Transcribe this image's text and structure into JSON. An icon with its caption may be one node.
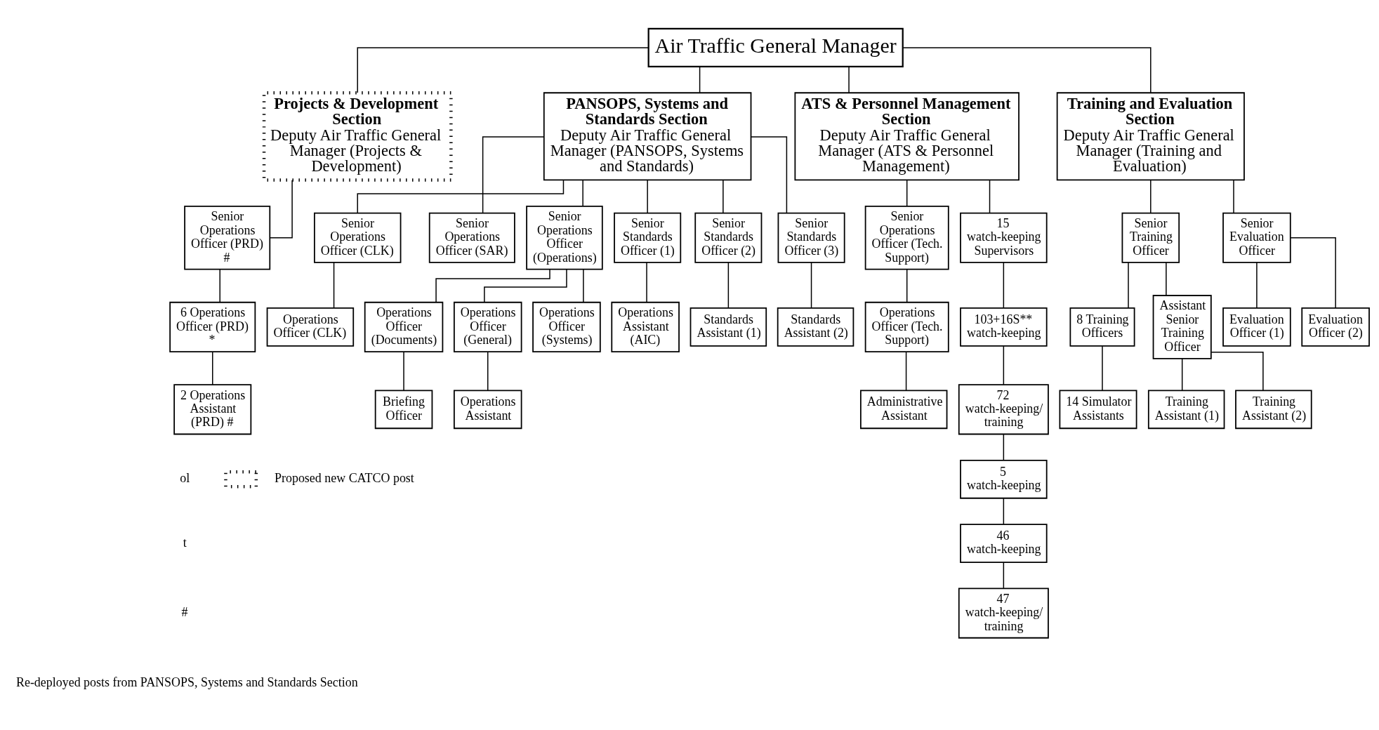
{
  "diagram": {
    "nodes": [
      {
        "text": [
          "Air Traffic General Manager"
        ]
      },
      {
        "text": [
          "Projects & Development Section",
          "Deputy Air Traffic General Manager (Projects & Development)"
        ]
      },
      {
        "text": [
          "Senior Operations Officer (PRD) #"
        ]
      },
      {
        "text": [
          "6 Operations Officer (PRD) *"
        ]
      },
      {
        "text": [
          "2 Operations Assistant (PRD) #"
        ]
      },
      {
        "text": [
          "PANSOPS, Systems and Standards Section",
          "Deputy Air Traffic General Manager (PANSOPS, Systems and Standards)"
        ]
      },
      {
        "text": [
          "Senior Operations Officer (CLK)"
        ]
      },
      {
        "text": [
          "Senior Operations Officer (SAR)"
        ]
      },
      {
        "text": [
          "Senior Operations Officer (Operations)"
        ]
      },
      {
        "text": [
          "Senior Standards Officer (1)"
        ]
      },
      {
        "text": [
          "Senior Standards Officer (2)"
        ]
      },
      {
        "text": [
          "Senior Standards Officer (3)"
        ]
      },
      {
        "text": [
          "Operations Officer (CLK)"
        ]
      },
      {
        "text": [
          "Operations Officer (Documents)"
        ]
      },
      {
        "text": [
          "Operations Officer (General)"
        ]
      },
      {
        "text": [
          "Operations Officer (Systems)"
        ]
      },
      {
        "text": [
          "Operations Assistant (AIC)"
        ]
      },
      {
        "text": [
          "Standards Assistant (1)"
        ]
      },
      {
        "text": [
          "Standards Assistant (2)"
        ]
      },
      {
        "text": [
          "Briefing Officer"
        ]
      },
      {
        "text": [
          "Operations Assistant"
        ]
      },
      {
        "text": [
          "ATS & Personnel Management Section",
          "Deputy Air Traffic General Manager (ATS & Personnel Management)"
        ]
      },
      {
        "text": [
          "Senior Operations Officer (Tech. Support)"
        ]
      },
      {
        "text": [
          "15 watch-keeping Supervisors"
        ]
      },
      {
        "text": [
          "Operations Officer (Tech. Support)"
        ]
      },
      {
        "text": [
          "Administrative Assistant"
        ]
      },
      {
        "text": [
          "103+16S** watch-keeping"
        ]
      },
      {
        "text": [
          "72 watch-keeping/ training"
        ]
      },
      {
        "text": [
          "5 watch-keeping"
        ]
      },
      {
        "text": [
          "46 watch-keeping"
        ]
      },
      {
        "text": [
          "47 watch-keeping/ training"
        ]
      },
      {
        "text": [
          "Training and Evaluation Section",
          "Deputy Air Traffic General Manager (Training and Evaluation)"
        ]
      },
      {
        "text": [
          "Senior Training Officer"
        ]
      },
      {
        "text": [
          "Senior Evaluation Officer"
        ]
      },
      {
        "text": [
          "8 Training Officers"
        ]
      },
      {
        "text": [
          "Assistant Senior Training Officer"
        ]
      },
      {
        "text": [
          "Evaluation Officer (1)"
        ]
      },
      {
        "text": [
          "Evaluation Officer (2)"
        ]
      },
      {
        "text": [
          "14 Simulator Assistants"
        ]
      },
      {
        "text": [
          "Training Assistant (1)"
        ]
      },
      {
        "text": [
          "Training Assistant (2)"
        ]
      }
    ],
    "edges": [
      {
        "from": 0,
        "to": 1,
        "arrow": "none"
      },
      {
        "from": 0,
        "to": 5,
        "arrow": "none"
      },
      {
        "from": 0,
        "to": 21,
        "arrow": "none"
      },
      {
        "from": 0,
        "to": 31,
        "arrow": "none"
      },
      {
        "from": 1,
        "to": 2,
        "arrow": "none"
      },
      {
        "from": 2,
        "to": 3,
        "arrow": "none"
      },
      {
        "from": 3,
        "to": 4,
        "arrow": "none"
      },
      {
        "from": 5,
        "to": 6,
        "arrow": "none"
      },
      {
        "from": 5,
        "to": 7,
        "arrow": "none"
      },
      {
        "from": 5,
        "to": 8,
        "arrow": "none"
      },
      {
        "from": 5,
        "to": 9,
        "arrow": "none"
      },
      {
        "from": 5,
        "to": 10,
        "arrow": "none"
      },
      {
        "from": 5,
        "to": 11,
        "arrow": "none"
      },
      {
        "from": 6,
        "to": 12,
        "arrow": "none"
      },
      {
        "from": 8,
        "to": 13,
        "arrow": "none"
      },
      {
        "from": 8,
        "to": 14,
        "arrow": "none"
      },
      {
        "from": 8,
        "to": 15,
        "arrow": "none"
      },
      {
        "from": 9,
        "to": 16,
        "arrow": "none"
      },
      {
        "from": 10,
        "to": 17,
        "arrow": "none"
      },
      {
        "from": 11,
        "to": 18,
        "arrow": "none"
      },
      {
        "from": 13,
        "to": 19,
        "arrow": "none"
      },
      {
        "from": 14,
        "to": 20,
        "arrow": "none"
      },
      {
        "from": 21,
        "to": 22,
        "arrow": "none"
      },
      {
        "from": 21,
        "to": 23,
        "arrow": "none"
      },
      {
        "from": 22,
        "to": 24,
        "arrow": "none"
      },
      {
        "from": 24,
        "to": 25,
        "arrow": "none"
      },
      {
        "from": 23,
        "to": 26,
        "arrow": "none"
      },
      {
        "from": 26,
        "to": 27,
        "arrow": "none"
      },
      {
        "from": 27,
        "to": 28,
        "arrow": "none"
      },
      {
        "from": 28,
        "to": 29,
        "arrow": "none"
      },
      {
        "from": 29,
        "to": 30,
        "arrow": "none"
      },
      {
        "from": 31,
        "to": 32,
        "arrow": "none"
      },
      {
        "from": 31,
        "to": 33,
        "arrow": "none"
      },
      {
        "from": 32,
        "to": 34,
        "arrow": "none"
      },
      {
        "from": 32,
        "to": 35,
        "arrow": "none"
      },
      {
        "from": 33,
        "to": 36,
        "arrow": "none"
      },
      {
        "from": 33,
        "to": 37,
        "arrow": "none"
      },
      {
        "from": 34,
        "to": 38,
        "arrow": "none"
      },
      {
        "from": 35,
        "to": 39,
        "arrow": "none"
      },
      {
        "from": 35,
        "to": 40,
        "arrow": "none"
      }
    ],
    "labels": [
      "ol",
      "t",
      "#",
      "Re-deployed posts from PANSOPS, Systems and Standards Section"
    ],
    "legend": [
      {
        "text": "Proposed new CATCO post"
      }
    ]
  }
}
